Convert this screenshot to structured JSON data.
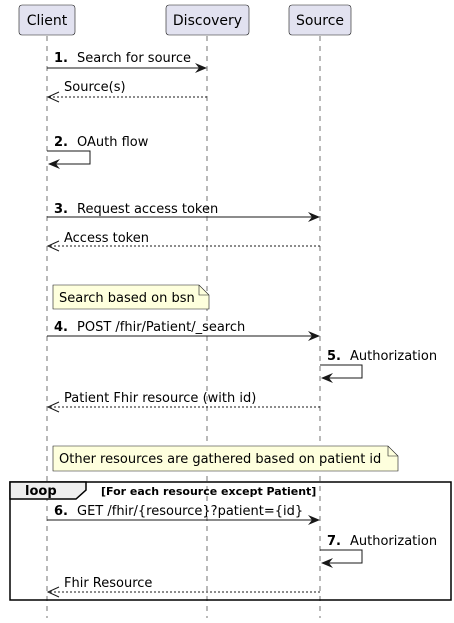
{
  "participants": [
    {
      "id": "client",
      "label": "Client"
    },
    {
      "id": "discovery",
      "label": "Discovery"
    },
    {
      "id": "source",
      "label": "Source"
    }
  ],
  "messages": [
    {
      "num": "1.",
      "label": "Search for source",
      "from": "client",
      "to": "discovery",
      "style": "solid"
    },
    {
      "num": "",
      "label": "Source(s)",
      "from": "discovery",
      "to": "client",
      "style": "dashed"
    },
    {
      "num": "2.",
      "label": "OAuth flow",
      "from": "client",
      "to": "client",
      "style": "self"
    },
    {
      "num": "3.",
      "label": "Request access token",
      "from": "client",
      "to": "source",
      "style": "solid"
    },
    {
      "num": "",
      "label": "Access token",
      "from": "source",
      "to": "client",
      "style": "dashed"
    },
    {
      "num": "4.",
      "label": "POST /fhir/Patient/_search",
      "from": "client",
      "to": "source",
      "style": "solid"
    },
    {
      "num": "5.",
      "label": "Authorization",
      "from": "source",
      "to": "source",
      "style": "self"
    },
    {
      "num": "",
      "label": "Patient Fhir resource (with id)",
      "from": "source",
      "to": "client",
      "style": "dashed"
    },
    {
      "num": "6.",
      "label": "GET /fhir/{resource}?patient={id}",
      "from": "client",
      "to": "source",
      "style": "solid"
    },
    {
      "num": "7.",
      "label": "Authorization",
      "from": "source",
      "to": "source",
      "style": "self"
    },
    {
      "num": "",
      "label": "Fhir Resource",
      "from": "source",
      "to": "client",
      "style": "dashed"
    }
  ],
  "notes": [
    {
      "text": "Search based on bsn"
    },
    {
      "text": "Other resources are gathered based on patient id"
    }
  ],
  "fragment": {
    "keyword": "loop",
    "condition": "[For each resource except Patient]"
  },
  "colors": {
    "participant_fill": "#E2E2F0",
    "participant_border": "#181818",
    "note_fill": "#FEFFDD",
    "note_border": "#181818",
    "line": "#181818",
    "lifeline": "#181818"
  }
}
